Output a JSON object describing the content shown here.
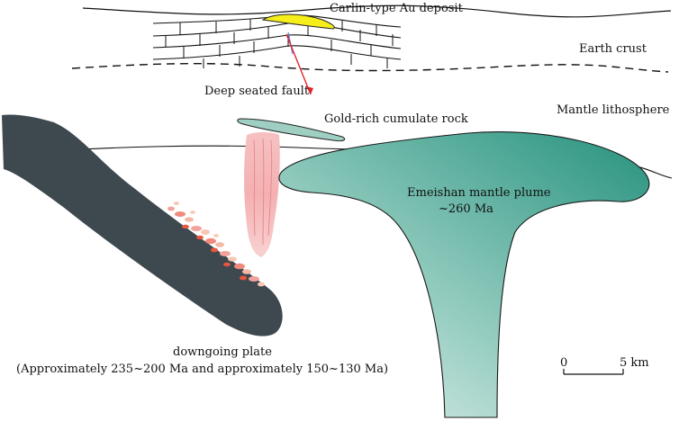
{
  "labels": {
    "carlin": "Carlin-type Au deposit",
    "earth_crust": "Earth crust",
    "deep_fault": "Deep seated fault",
    "mantle_litho": "Mantle lithosphere",
    "gold_rock": "Gold-rich cumulate rock",
    "plume_name": "Emeishan mantle plume",
    "plume_age": "~260 Ma",
    "plate_name": "downgoing plate",
    "plate_age": "(Approximately 235~200 Ma and approximately 150~130 Ma)"
  },
  "scale_bar": {
    "start": "0",
    "end": "5 km"
  },
  "colors": {
    "plate": "#3e484f",
    "plume_light": "#e3f1ee",
    "plume_dark": "#2a9480",
    "gold_rock": "#9ecfc2",
    "au_deposit": "#f6ee1a",
    "fault": "#e0262b",
    "melt": "#f2a39b"
  }
}
